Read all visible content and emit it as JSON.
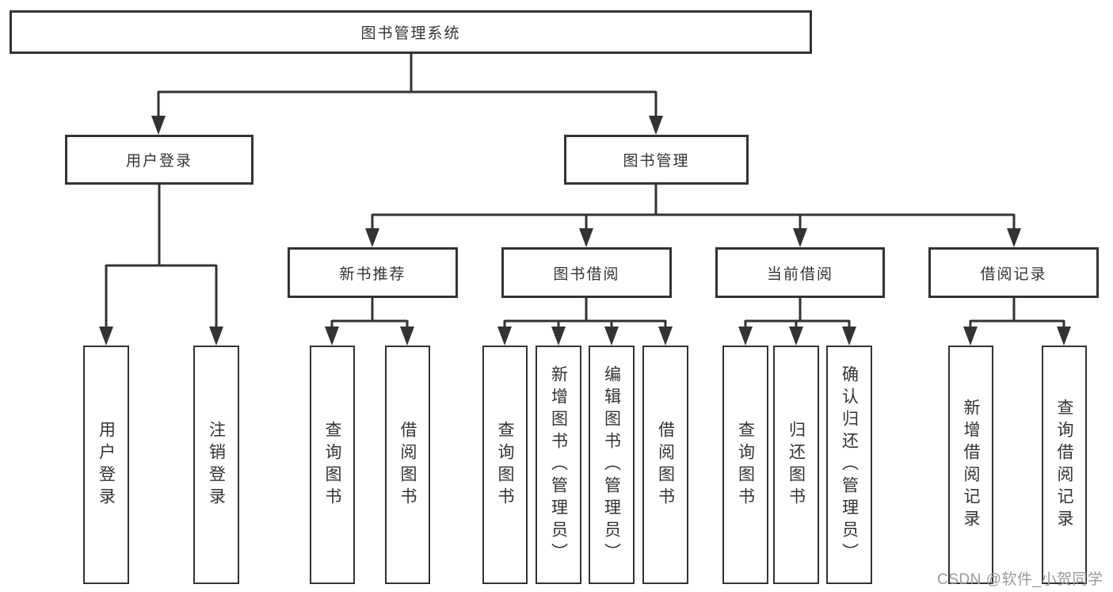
{
  "diagram": {
    "title": "图书管理系统",
    "tree": {
      "label": "图书管理系统",
      "children": [
        {
          "label": "用户登录",
          "children": [
            {
              "label": "用户登录"
            },
            {
              "label": "注销登录"
            }
          ]
        },
        {
          "label": "图书管理",
          "children": [
            {
              "label": "新书推荐",
              "children": [
                {
                  "label": "查询图书"
                },
                {
                  "label": "借阅图书"
                }
              ]
            },
            {
              "label": "图书借阅",
              "children": [
                {
                  "label": "查询图书"
                },
                {
                  "label": "新增图书（管理员）"
                },
                {
                  "label": "编辑图书（管理员）"
                },
                {
                  "label": "借阅图书"
                }
              ]
            },
            {
              "label": "当前借阅",
              "children": [
                {
                  "label": "查询图书"
                },
                {
                  "label": "归还图书"
                },
                {
                  "label": "确认归还（管理员）"
                }
              ]
            },
            {
              "label": "借阅记录",
              "children": [
                {
                  "label": "新增借阅记录"
                },
                {
                  "label": "查询借阅记录"
                }
              ]
            }
          ]
        }
      ]
    },
    "watermark": "CSDN @软件_小贺同学",
    "colors": {
      "line": "#333333",
      "text": "#333333",
      "background": "#ffffff",
      "watermark": "#999999"
    }
  }
}
